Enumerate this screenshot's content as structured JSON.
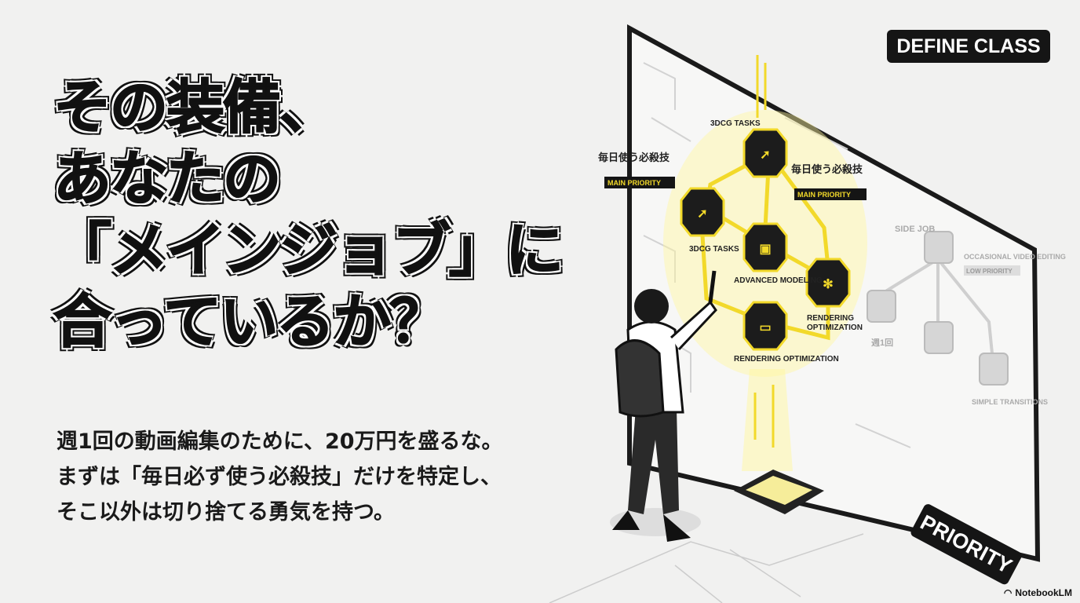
{
  "title_lines": [
    "その装備、",
    "あなたの",
    "「メインジョブ」に",
    "合っているか？"
  ],
  "body_lines": [
    "週1回の動画編集のために、20万円を盛るな。",
    "まずは「毎日必ず使う必殺技」だけを特定し、",
    "そこ以外は切り捨てる勇気を持つ。"
  ],
  "badges": {
    "define_class": "DEFINE CLASS",
    "priority": "PRIORITY"
  },
  "illustration": {
    "main_nodes": [
      "3DCG TASKS",
      "3DCG TASKS",
      "ADVANCED MODELING",
      "RENDERING OPTIMIZATION",
      "RENDERING OPTIMIZATION"
    ],
    "main_label_jp": "毎日使う必殺技",
    "main_tag": "MAIN PRIORITY",
    "side_label": "SIDE JOB",
    "side_desc": "OCCASIONAL VIDEO EDITING",
    "side_tag": "LOW PRIORITY",
    "side_freq": "週1回",
    "side_node": "SIMPLE TRANSITIONS"
  },
  "colors": {
    "accent": "#f5e03a",
    "dark": "#151515",
    "background": "#f1f1f0"
  },
  "footer": {
    "brand": "NotebookLM"
  }
}
